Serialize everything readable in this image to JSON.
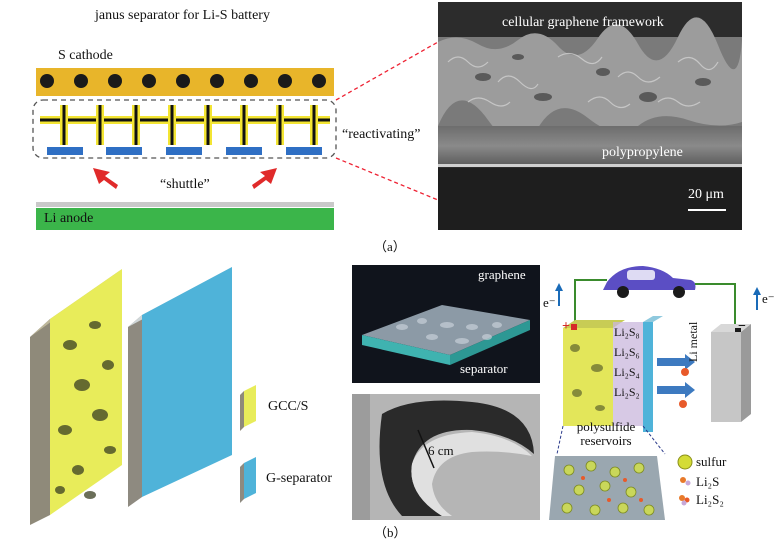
{
  "panel_a": {
    "title": "janus separator for Li-S battery",
    "cathode_label": "S cathode",
    "reactivating_label": "“reactivating”",
    "shuttle_label": "“shuttle”",
    "anode_label": "Li anode",
    "sem_top_label": "cellular graphene framework",
    "sem_mid_label": "polypropylene",
    "scale_bar": "20 μm",
    "caption": "（a）"
  },
  "panel_b": {
    "graphene_label": "graphene",
    "separator_label": "separator",
    "photo_label": "6 cm",
    "legend_gcc": "GCC/S",
    "legend_gsep": "G-separator",
    "electron_left": "e⁻",
    "electron_right": "e⁻",
    "plus_sign": "+",
    "minus_sign": "−",
    "li_metal": "Li metal",
    "reservoir_label": "polysulfide reservoirs",
    "species": [
      "Li₂S₈",
      "Li₂S₆",
      "Li₂S₄",
      "Li₂S₂"
    ],
    "key": {
      "sulfur": "sulfur",
      "li2s": "Li₂S",
      "li2s2": "Li₂S₂"
    },
    "caption": "（b）"
  },
  "colors": {
    "cathode": "#e8b52a",
    "graphene_layer": "#1a1a1a",
    "graphene_yellow": "#f3e533",
    "polysulfide": "#2f6fc4",
    "shuttle_arrow": "#e02a2a",
    "anode": "#3bb54a",
    "separator_blue": "#4fb3d9",
    "gcc_yellow": "#e8ec5a"
  }
}
